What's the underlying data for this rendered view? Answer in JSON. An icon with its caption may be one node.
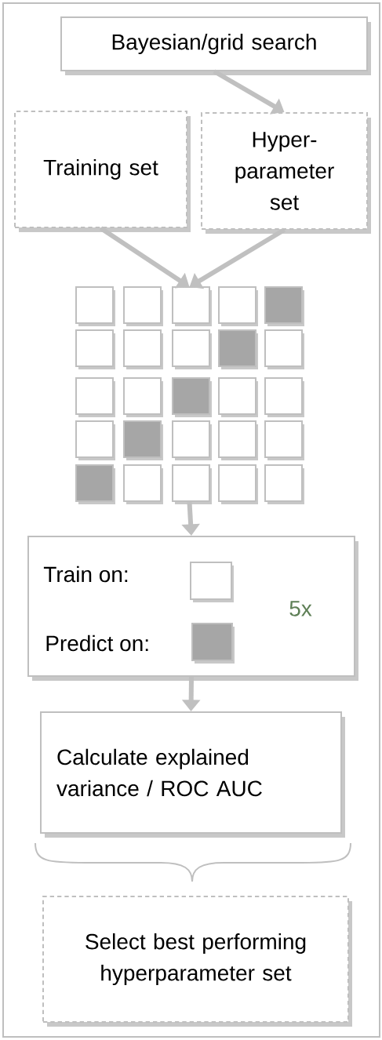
{
  "diagram": {
    "nodes": [
      {
        "text": [
          "Bayesian/grid search"
        ]
      },
      {
        "text": [
          "Training set"
        ]
      },
      {
        "text": [
          "Hyper-parameter set"
        ]
      },
      {
        "text": [],
        "shape": "grid"
      },
      {
        "text": [
          "Train on:",
          "Predict on:",
          "5x"
        ]
      },
      {
        "text": [
          "Calculate explained variance / ROC AUC"
        ]
      },
      {
        "text": [
          "Select best performing hyperparameter set"
        ]
      }
    ],
    "edges": [
      {
        "from": 0,
        "to": 2,
        "arrow": "to"
      },
      {
        "from": 1,
        "to": 3,
        "arrow": "to"
      },
      {
        "from": 2,
        "to": 3,
        "arrow": "to"
      },
      {
        "from": 3,
        "to": 4,
        "arrow": "to"
      },
      {
        "from": 4,
        "to": 5,
        "arrow": "to"
      }
    ]
  }
}
